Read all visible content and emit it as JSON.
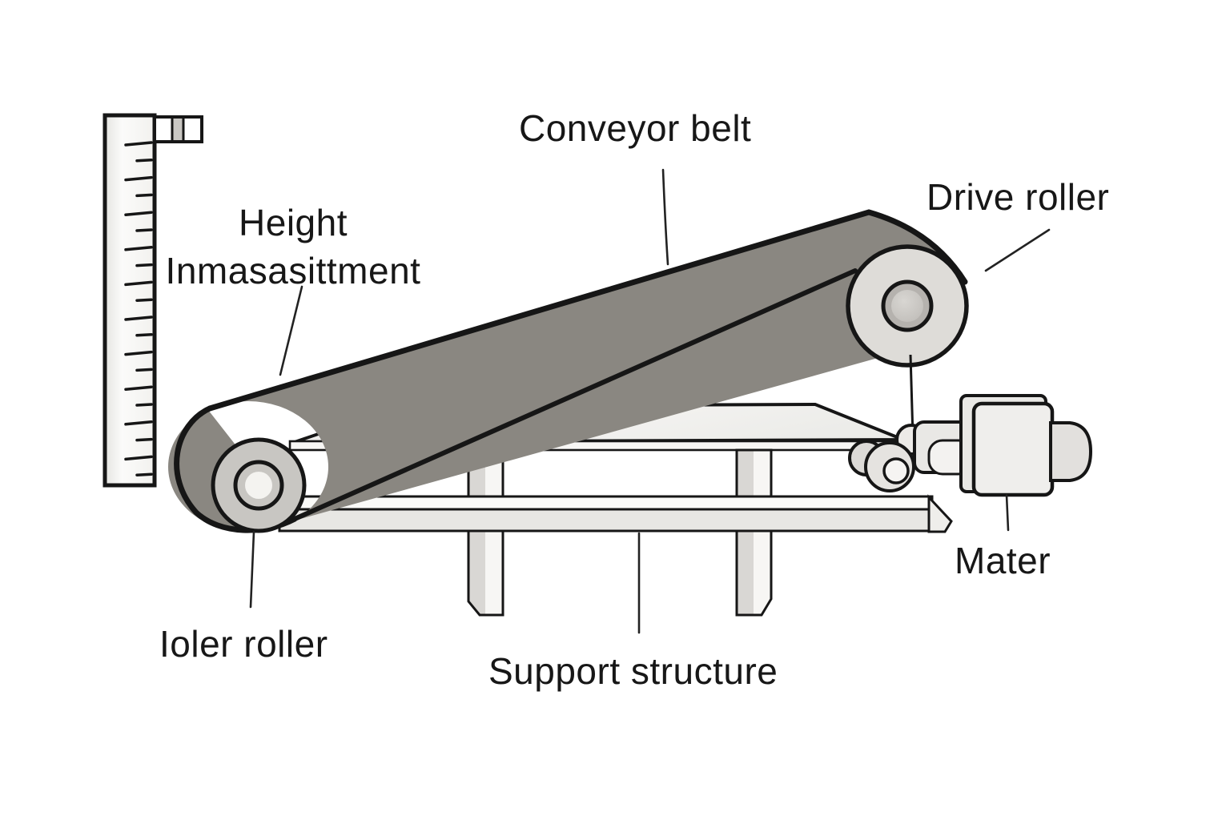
{
  "diagram": {
    "type": "conveyor-belt-system-diagram",
    "background": "#ffffff",
    "labels": {
      "conveyor_belt": "Conveyor belt",
      "drive_roller": "Drive roller",
      "height_measurement_line1": "Height",
      "height_measurement_line2": "Inmasasittment",
      "idler_roller": "Ioler roller",
      "support_structure": "Support structure",
      "motor": "Mater"
    },
    "colors": {
      "outline": "#161616",
      "belt": "#8a8781",
      "idler_roller_face": "#c8c6c2",
      "drive_roller_face": "#dedcd8",
      "hub": "#b5b2ae",
      "table_surface": "#f0efec",
      "frame_shade": "#d9d7d4",
      "frame_light": "#f7f6f4",
      "motor_body": "#efeeec",
      "label_text": "#171717"
    }
  }
}
